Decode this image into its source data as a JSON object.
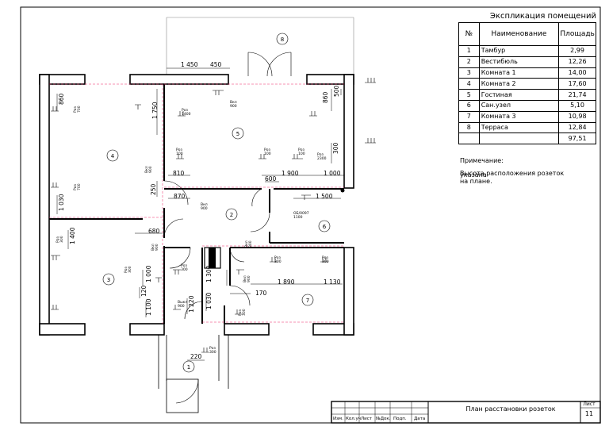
{
  "explication": {
    "title": "Экспликация помещений",
    "headers": {
      "num": "№",
      "name": "Наименование",
      "area": "Площадь"
    },
    "rows": [
      {
        "num": "1",
        "name": "Тамбур",
        "area": "2,99"
      },
      {
        "num": "2",
        "name": "Вестибюль",
        "area": "12,26"
      },
      {
        "num": "3",
        "name": "Комната 1",
        "area": "14,00"
      },
      {
        "num": "4",
        "name": "Комната 2",
        "area": "17,60"
      },
      {
        "num": "5",
        "name": "Гостиная",
        "area": "21,74"
      },
      {
        "num": "6",
        "name": "Сан.узел",
        "area": "5,10"
      },
      {
        "num": "7",
        "name": "Комната 3",
        "area": "10,98"
      },
      {
        "num": "8",
        "name": "Терраса",
        "area": "12,84"
      }
    ],
    "total": "97,51"
  },
  "note": {
    "heading": "Примечание:",
    "text_line1": "Высота расположения розеток",
    "text_overlap": "указана",
    "text_line2": "на плане."
  },
  "stamp": {
    "title": "План расстановки розеток",
    "sheet_label": "Лист",
    "sheet_number": "11",
    "col_izm": "Изм.",
    "col_kol": "Кол.уч",
    "col_list": "Лист",
    "col_ndok": "№Док.",
    "col_podp": "Подп.",
    "col_data": "Дата"
  },
  "plan": {
    "room_numbers": [
      "1",
      "2",
      "3",
      "4",
      "5",
      "6",
      "7",
      "8"
    ],
    "dimensions": [
      "1 450",
      "450",
      "860",
      "1 750",
      "500",
      "860",
      "300",
      "810",
      "600",
      "1 900",
      "1 000",
      "250",
      "870",
      "1 500",
      "1 030",
      "680",
      "1 400",
      "1 000",
      "120",
      "1 300",
      "1 890",
      "1 130",
      "170",
      "1 100",
      "1 220",
      "1 030",
      "220"
    ],
    "socket_labels": [
      "Роз\n700",
      "Роз\n700",
      "Роз\n1400",
      "Вкл\n900",
      "Вкл\n900",
      "Роз\n100",
      "Роз\n100",
      "Роз\n100",
      "Роз\n2300",
      "Вкл\n900",
      "Роз\n300",
      "Роз\n300",
      "Роз\n300",
      "Вкл\n900",
      "Вкл\n900",
      "Роз\n300",
      "Роз\n300",
      "Вкл\n900",
      "Роз\n300",
      "Выкл\n900",
      "Роз\n300"
    ],
    "fixture_label": "ОБ/0097\n1100"
  }
}
